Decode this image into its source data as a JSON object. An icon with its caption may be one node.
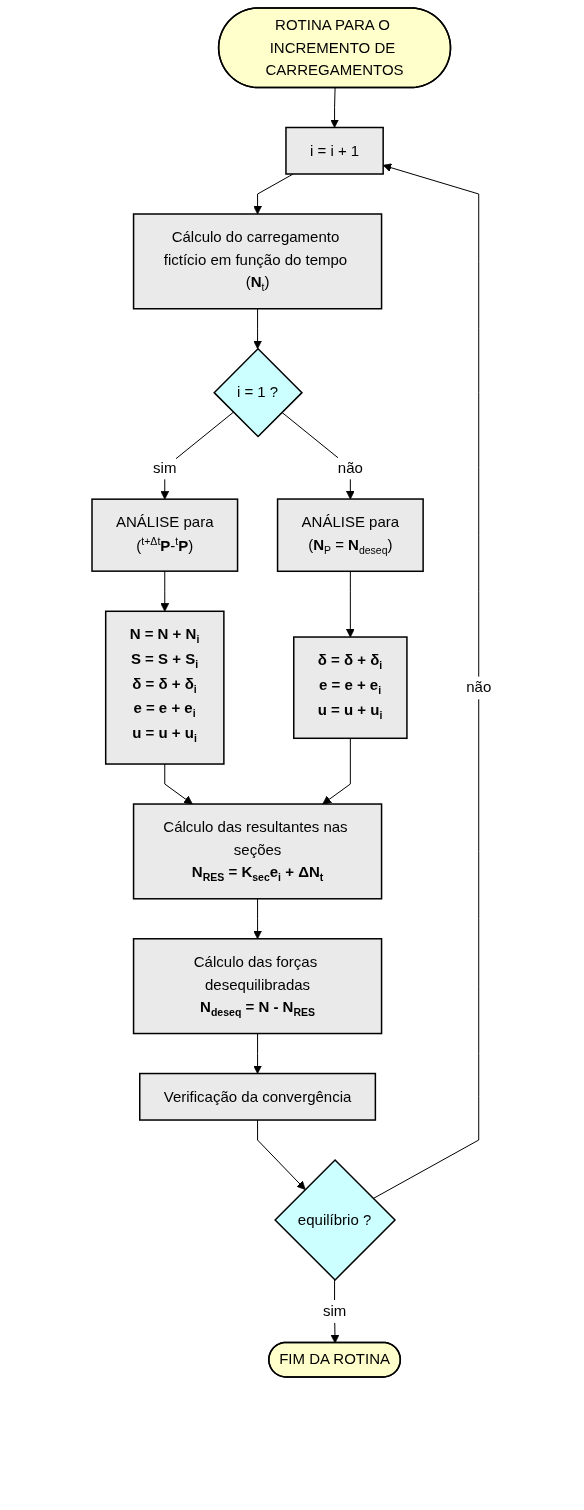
{
  "diagram": {
    "nodes": [
      {
        "text": [
          "ROTINA PARA O INCREMENTO DE CARREGAMENTOS"
        ]
      },
      {
        "text": [
          "i = i + 1"
        ]
      },
      {
        "text": [
          "Cálculo do carregamento fictício em função do tempo (**N**$_{t}$)"
        ]
      },
      {
        "text": [
          "i = 1 ?"
        ]
      },
      {
        "text": [
          "ANÁLISE para",
          "($^{t+Δt}$**P**-$^{t}$**P**)"
        ]
      },
      {
        "text": [
          "ANÁLISE para",
          "(**N**$_{P}$ = **N**$_{deseq}$)"
        ]
      },
      {
        "text": [
          "N = N + N$_{i}$",
          "S = S + S$_{i}$",
          "δ = δ + δ$_{i}$",
          "e = e + e$_{i}$",
          "u = u + u$_{i}$"
        ]
      },
      {
        "text": [
          "δ = δ + δ$_{i}$",
          "e = e + e$_{i}$",
          "u = u + u$_{i}$"
        ]
      },
      {
        "text": [
          "Cálculo das resultantes nas seções",
          "N$_{RES}$ = K$_{sec}$e$_{i}$ + ΔN$_{t}$"
        ]
      },
      {
        "text": [
          "Cálculo das forças desequilibradas",
          "N$_{deseq}$ = N - N$_{RES}$"
        ]
      },
      {
        "text": [
          "Verificação da convergência"
        ]
      },
      {
        "text": [
          "equilíbrio ?"
        ]
      },
      {
        "text": [
          "FIM DA ROTINA"
        ]
      }
    ],
    "edges": [
      {
        "from": 0,
        "to": 1,
        "arrow": "to"
      },
      {
        "from": 1,
        "to": 2,
        "arrow": "to"
      },
      {
        "from": 2,
        "to": 3,
        "arrow": "to"
      },
      {
        "from": 3,
        "to": 4,
        "label": "sim",
        "arrow": "to"
      },
      {
        "from": 3,
        "to": 5,
        "label": "não",
        "arrow": "to"
      },
      {
        "from": 4,
        "to": 6,
        "arrow": "to"
      },
      {
        "from": 5,
        "to": 7,
        "arrow": "to"
      },
      {
        "from": 6,
        "to": 8,
        "arrow": "to"
      },
      {
        "from": 7,
        "to": 8,
        "arrow": "to"
      },
      {
        "from": 8,
        "to": 9,
        "arrow": "to"
      },
      {
        "from": 9,
        "to": 10,
        "arrow": "to"
      },
      {
        "from": 10,
        "to": 11,
        "arrow": "to"
      },
      {
        "from": 11,
        "to": 1,
        "label": "não",
        "arrow": "to"
      },
      {
        "from": 11,
        "to": 12,
        "label": "sim",
        "arrow": "to"
      }
    ]
  }
}
